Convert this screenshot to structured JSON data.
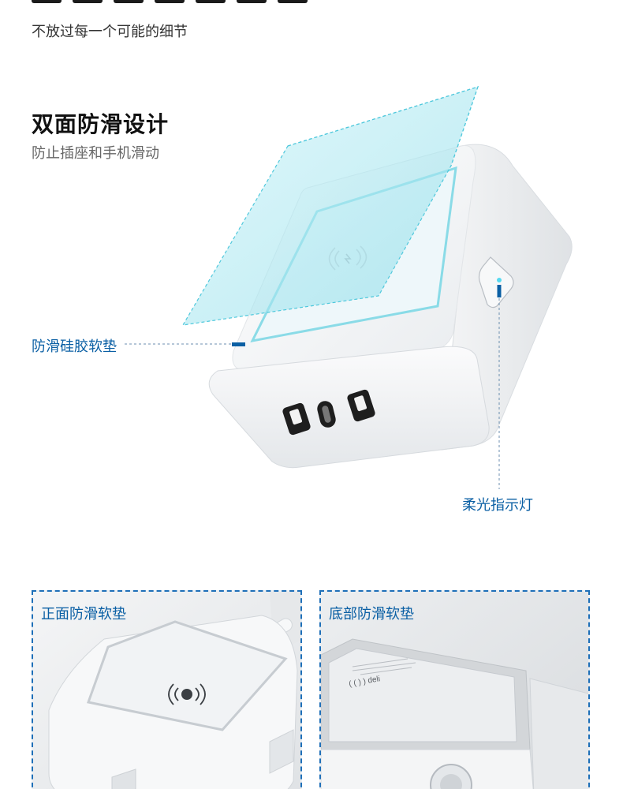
{
  "header": {
    "subtitle": "不放过每一个可能的细节"
  },
  "feature": {
    "title": "双面防滑设计",
    "subtitle": "防止插座和手机滑动"
  },
  "callouts": {
    "pad": "防滑硅胶软垫",
    "led": "柔光指示灯"
  },
  "panels": [
    {
      "label": "正面防滑软垫",
      "icon": "wireless-charging-icon"
    },
    {
      "label": "底部防滑软垫",
      "icon": "deli-logo-icon"
    }
  ],
  "colors": {
    "accent": "#0a5fa4",
    "glass": "#7fd9e6"
  }
}
